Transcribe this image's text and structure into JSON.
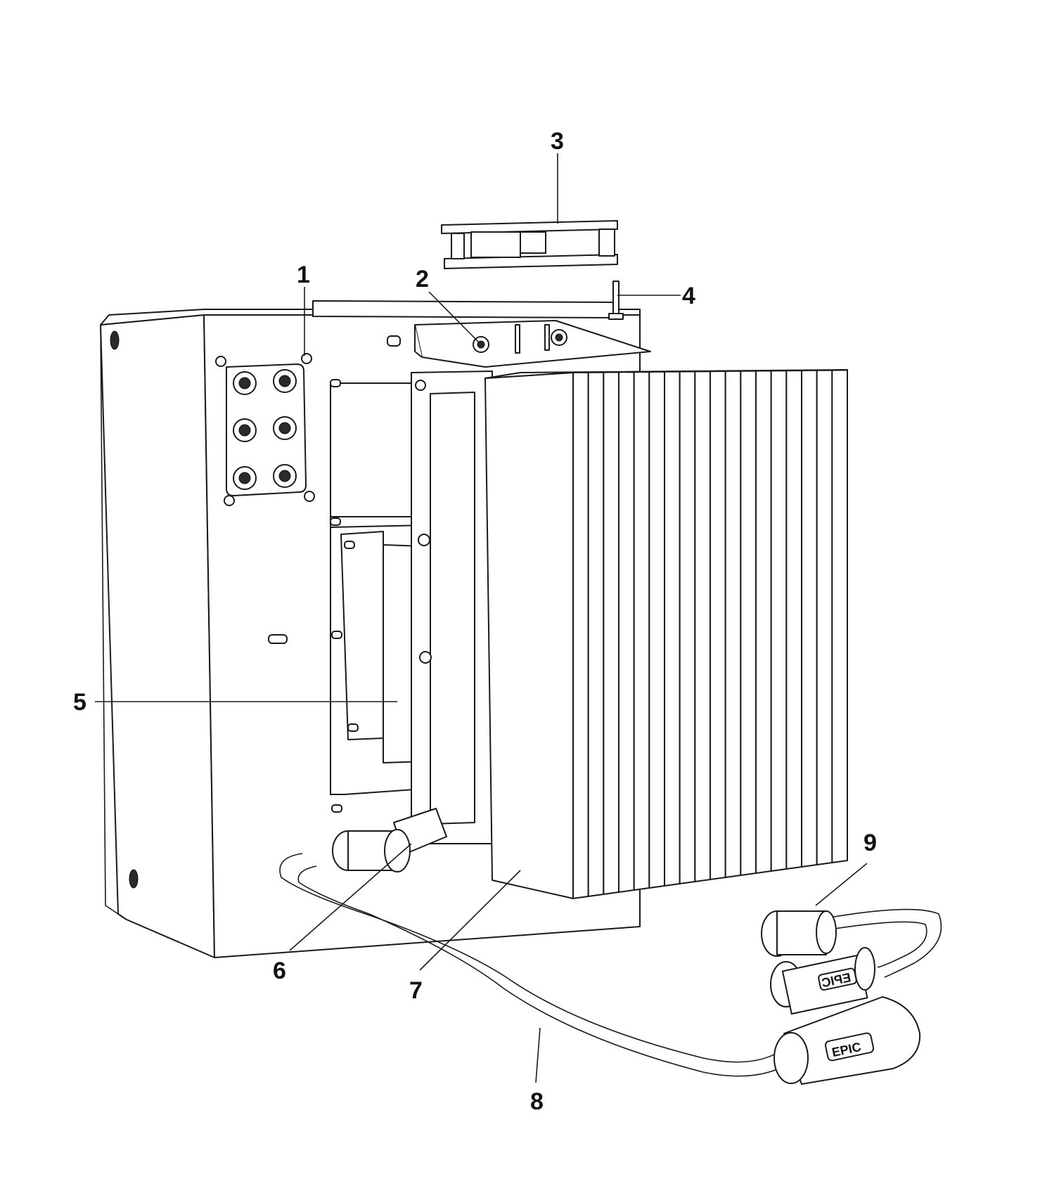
{
  "callouts": [
    {
      "id": "1",
      "label": "1"
    },
    {
      "id": "2",
      "label": "2"
    },
    {
      "id": "3",
      "label": "3"
    },
    {
      "id": "4",
      "label": "4"
    },
    {
      "id": "5",
      "label": "5"
    },
    {
      "id": "6",
      "label": "6"
    },
    {
      "id": "7",
      "label": "7"
    },
    {
      "id": "8",
      "label": "8"
    },
    {
      "id": "9",
      "label": "9"
    }
  ],
  "logos": {
    "cable_connector": "EPIC",
    "connector_small": "EPIC"
  }
}
